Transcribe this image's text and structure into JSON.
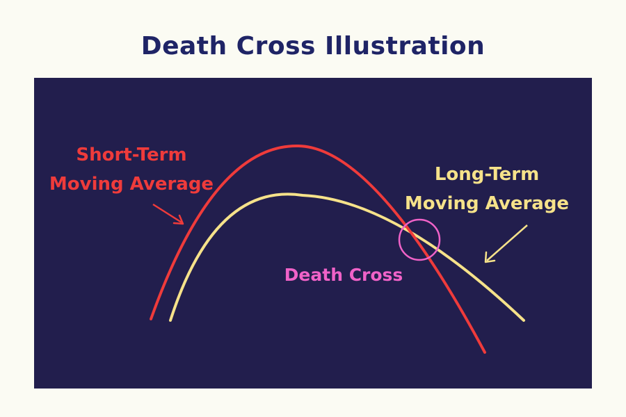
{
  "title": "Death Cross Illustration",
  "colors": {
    "background": "#fbfbf3",
    "panel": "#221e4d",
    "title": "#1f2466",
    "short_term": "#ef3b3b",
    "long_term": "#f6e28a",
    "cross": "#f062c8"
  },
  "labels": {
    "short_term_line1": "Short-Term",
    "short_term_line2": "Moving Average",
    "long_term_line1": "Long-Term",
    "long_term_line2": "Moving Average",
    "death_cross": "Death Cross"
  },
  "icons": [
    "arrow-short-term",
    "arrow-long-term",
    "crossover-circle"
  ]
}
